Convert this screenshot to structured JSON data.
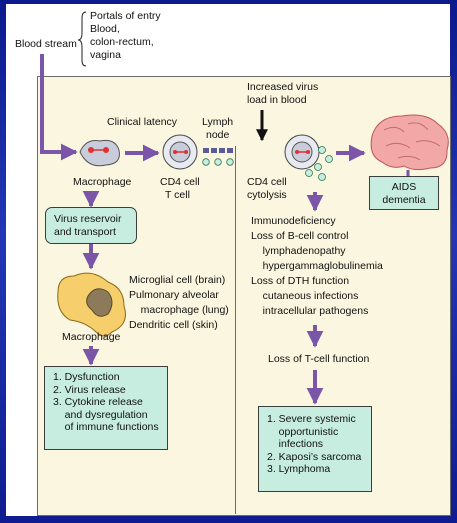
{
  "portals_of_entry": [
    "Portals of entry",
    "Blood,",
    "colon-rectum,",
    "vagina"
  ],
  "blood_stream": "Blood stream",
  "clinical_latency": "Clinical latency",
  "lymph_node": [
    "Lymph",
    "node"
  ],
  "macrophage_top": "Macrophage",
  "cd4_cell": [
    "CD4 cell",
    "T cell"
  ],
  "increased_virus": [
    "Increased virus",
    "load in blood"
  ],
  "cd4_cytolysis": [
    "CD4 cell",
    "cytolysis"
  ],
  "aids_dementia": [
    "AIDS",
    "dementia"
  ],
  "virus_reservoir": [
    "Virus reservoir",
    "and transport"
  ],
  "immuno_lines": [
    "Immunodeficiency",
    "Loss of B-cell control",
    "    lymphadenopathy",
    "    hypergammaglobulinemia",
    "Loss of DTH function",
    "    cutaneous infections",
    "    intracellular pathogens"
  ],
  "microglial_lines": [
    "Microglial cell (brain)",
    "Pulmonary alveolar",
    "    macrophage (lung)",
    "Dendritic cell (skin)"
  ],
  "macrophage_bottom": "Macrophage",
  "loss_tcell": "Loss of T-cell function",
  "dysfunction_lines": [
    "1. Dysfunction",
    "2. Virus release",
    "3. Cytokine release",
    "    and dysregulation",
    "    of immune functions"
  ],
  "outcome_lines": [
    "1. Severe systemic",
    "    opportunistic",
    "    infections",
    "2. Kaposi’s sarcoma",
    "3. Lymphoma"
  ],
  "colors": {
    "frame": "#1a2aa8",
    "panel": "#fbf6df",
    "box": "#c7ede1",
    "arrow": "#7a55a8",
    "brain": "#f3a8a8",
    "cell": "#c9ccda",
    "glial": "#f6cf6c"
  }
}
